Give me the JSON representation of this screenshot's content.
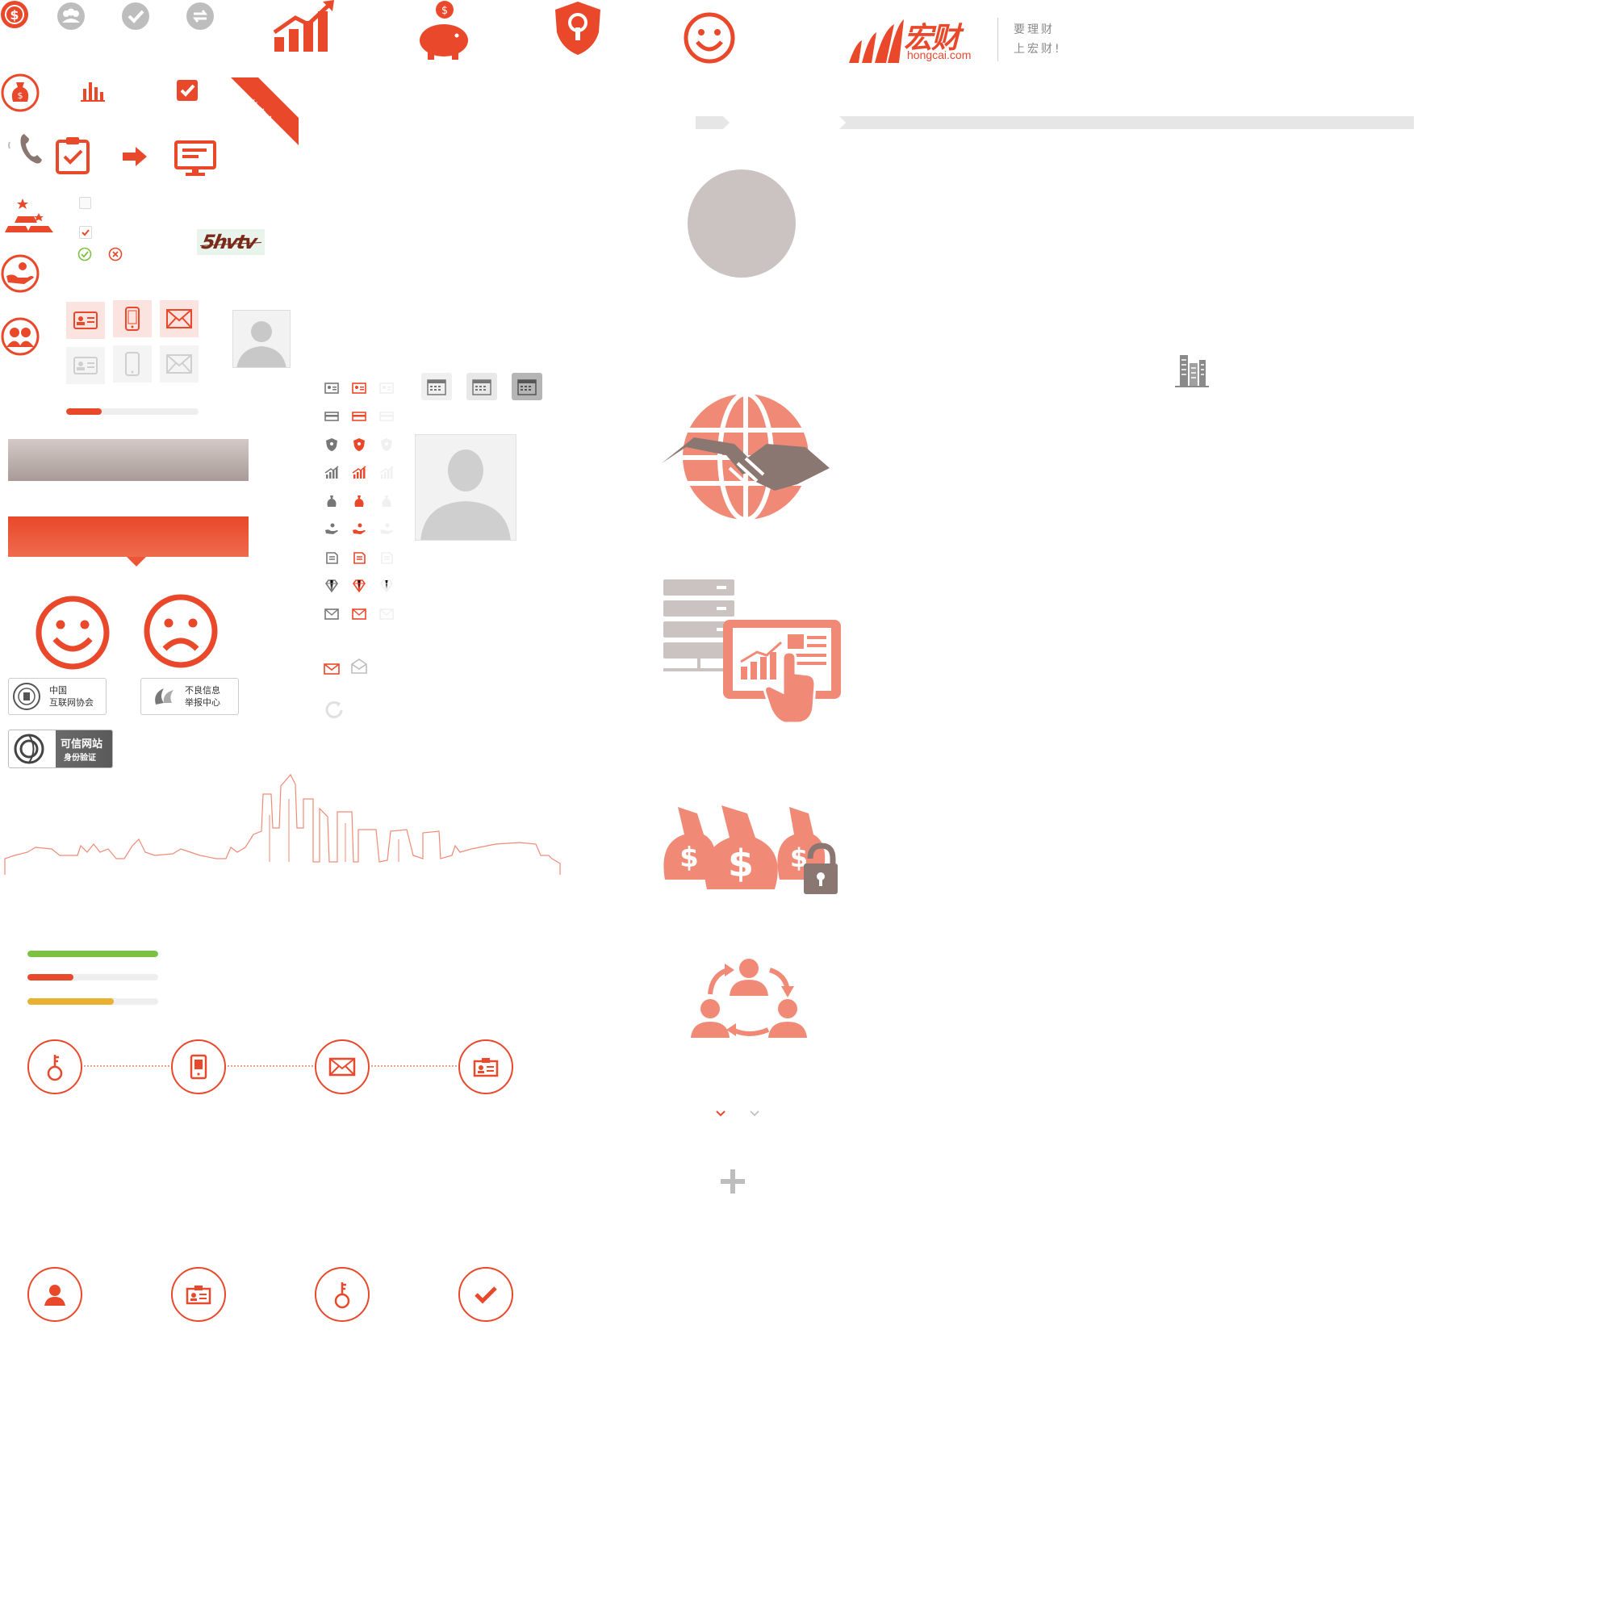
{
  "logo": {
    "brand_cn": "宏财",
    "domain": "hongcai.com",
    "slogan_line1": "要理财",
    "slogan_line2": "上宏财!"
  },
  "ribbon": {
    "label": "热卖中"
  },
  "captcha": {
    "value": "5hvtv"
  },
  "badges": {
    "cn_internet_line1": "中国",
    "cn_internet_line2": "互联网协会",
    "report_line1": "不良信息",
    "report_line2": "举报中心",
    "trusted_line1": "可信网站",
    "trusted_line2": "身份验证"
  },
  "progress": {
    "small_red": 0.27,
    "green": 1.0,
    "red": 0.35,
    "yellow": 0.66
  },
  "colors": {
    "brand_red": "#e9482a",
    "salmon": "#f08a76",
    "taupe": "#8a7771",
    "gray": "#bdbdbd",
    "light_gray": "#e6e6e6",
    "green": "#7cc242",
    "yellow": "#e9b12f"
  }
}
